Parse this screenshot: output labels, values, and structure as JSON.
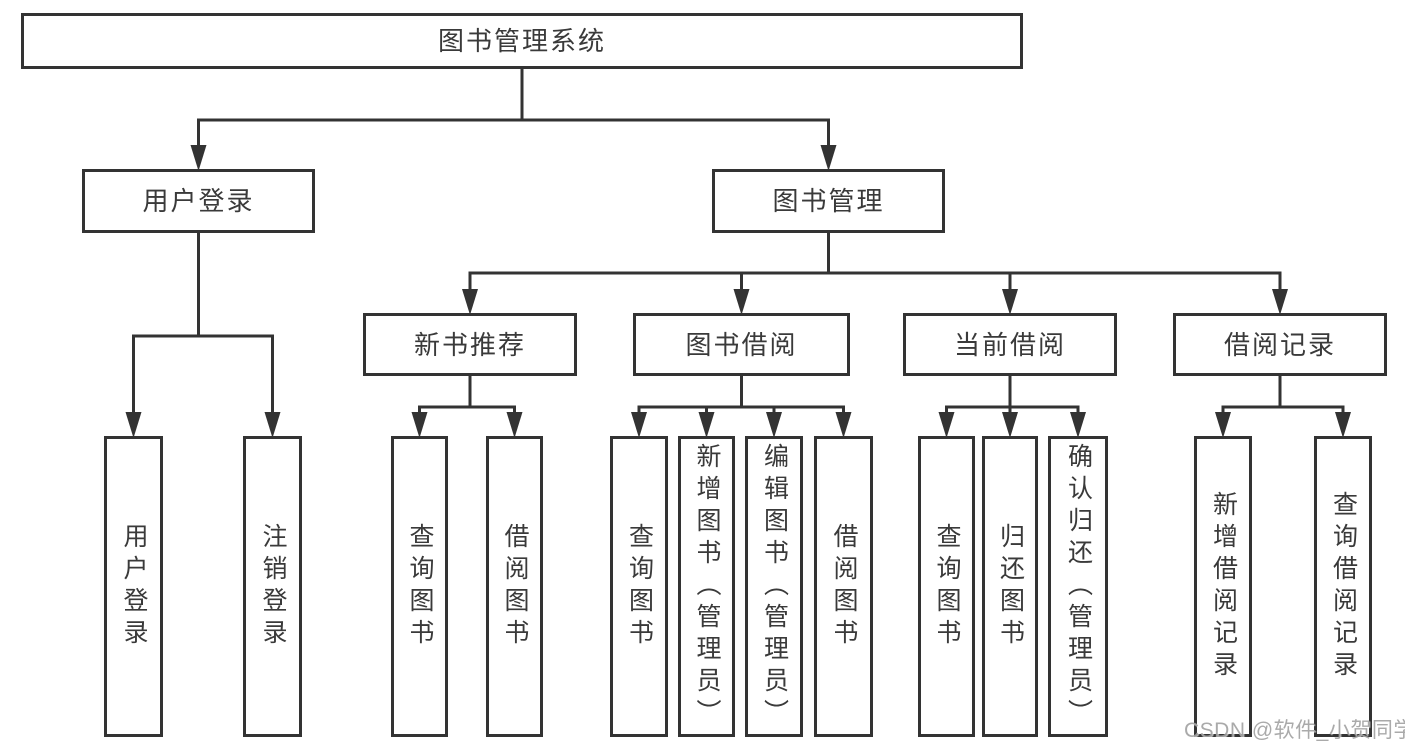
{
  "diagram": {
    "type": "tree",
    "title": "图书管理系统",
    "watermark": "CSDN @软件_小贺同学",
    "colors": {
      "line": "#333333",
      "box_border": "#333333",
      "box_background": "#ffffff",
      "text": "#3a3a3a",
      "watermark": "#9e9e9e",
      "background": "#ffffff"
    },
    "nodes": [
      {
        "id": "root",
        "label": "图书管理系统",
        "parent": null,
        "orientation": "horizontal"
      },
      {
        "id": "user-login",
        "label": "用户登录",
        "parent": "root",
        "orientation": "horizontal"
      },
      {
        "id": "book-mgmt",
        "label": "图书管理",
        "parent": "root",
        "orientation": "horizontal"
      },
      {
        "id": "new-book-rec",
        "label": "新书推荐",
        "parent": "book-mgmt",
        "orientation": "horizontal"
      },
      {
        "id": "book-borrow",
        "label": "图书借阅",
        "parent": "book-mgmt",
        "orientation": "horizontal"
      },
      {
        "id": "current-borrow",
        "label": "当前借阅",
        "parent": "book-mgmt",
        "orientation": "horizontal"
      },
      {
        "id": "borrow-records",
        "label": "借阅记录",
        "parent": "book-mgmt",
        "orientation": "horizontal"
      },
      {
        "id": "leaf-user-login",
        "label": "用户登录",
        "parent": "user-login",
        "orientation": "vertical"
      },
      {
        "id": "leaf-logout",
        "label": "注销登录",
        "parent": "user-login",
        "orientation": "vertical"
      },
      {
        "id": "leaf-query-book-1",
        "label": "查询图书",
        "parent": "new-book-rec",
        "orientation": "vertical"
      },
      {
        "id": "leaf-borrow-book-1",
        "label": "借阅图书",
        "parent": "new-book-rec",
        "orientation": "vertical"
      },
      {
        "id": "leaf-query-book-2",
        "label": "查询图书",
        "parent": "book-borrow",
        "orientation": "vertical"
      },
      {
        "id": "leaf-add-book",
        "label": "新增图书（管理员）",
        "parent": "book-borrow",
        "orientation": "vertical"
      },
      {
        "id": "leaf-edit-book",
        "label": "编辑图书（管理员）",
        "parent": "book-borrow",
        "orientation": "vertical"
      },
      {
        "id": "leaf-borrow-book-2",
        "label": "借阅图书",
        "parent": "book-borrow",
        "orientation": "vertical"
      },
      {
        "id": "leaf-query-book-3",
        "label": "查询图书",
        "parent": "current-borrow",
        "orientation": "vertical"
      },
      {
        "id": "leaf-return-book",
        "label": "归还图书",
        "parent": "current-borrow",
        "orientation": "vertical"
      },
      {
        "id": "leaf-confirm-return",
        "label": "确认归还（管理员）",
        "parent": "current-borrow",
        "orientation": "vertical"
      },
      {
        "id": "leaf-add-borrow-record",
        "label": "新增借阅记录",
        "parent": "borrow-records",
        "orientation": "vertical"
      },
      {
        "id": "leaf-query-borrow-record",
        "label": "查询借阅记录",
        "parent": "borrow-records",
        "orientation": "vertical"
      }
    ]
  }
}
